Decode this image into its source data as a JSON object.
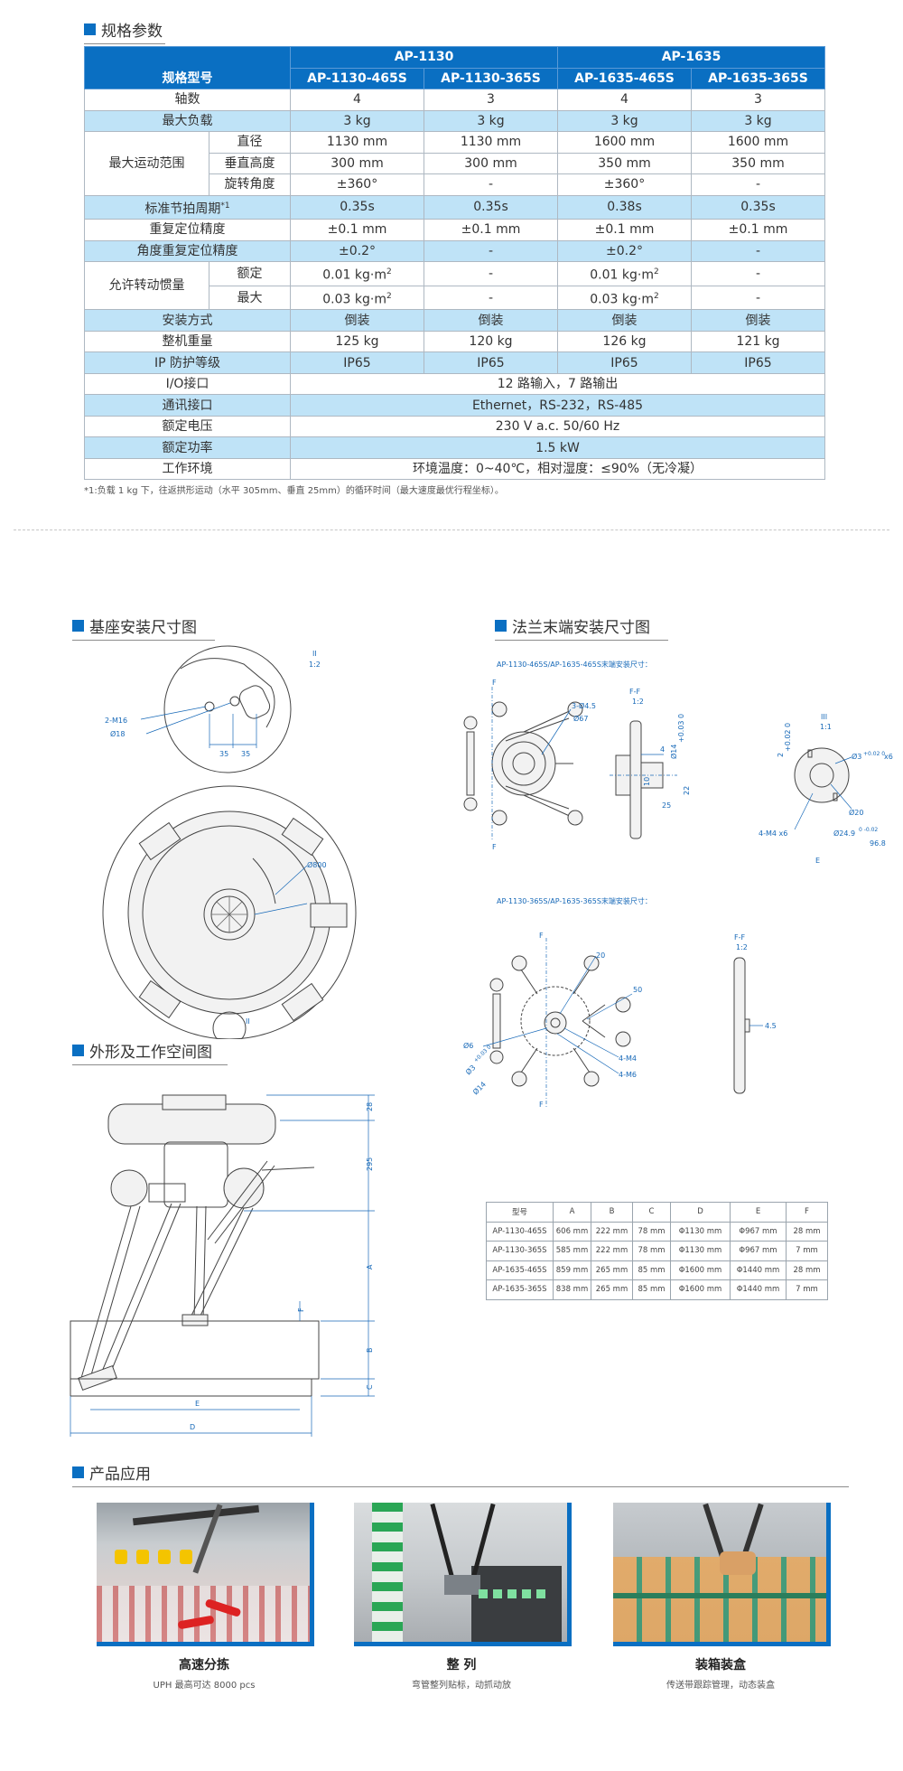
{
  "spec_section": {
    "title": "规格参数"
  },
  "spec": {
    "group1": "AP-1130",
    "group2": "AP-1635",
    "model_label": "规格型号",
    "models": [
      "AP-1130-465S",
      "AP-1130-365S",
      "AP-1635-465S",
      "AP-1635-365S"
    ],
    "rows": [
      {
        "label": "轴数",
        "values": [
          "4",
          "3",
          "4",
          "3"
        ]
      },
      {
        "label": "最大负载",
        "values": [
          "3 kg",
          "3 kg",
          "3 kg",
          "3 kg"
        ]
      },
      {
        "group": "最大运动范围",
        "label": "直径",
        "values": [
          "1130 mm",
          "1130 mm",
          "1600 mm",
          "1600 mm"
        ]
      },
      {
        "label": "垂直高度",
        "values": [
          "300 mm",
          "300 mm",
          "350 mm",
          "350 mm"
        ]
      },
      {
        "label": "旋转角度",
        "values": [
          "±360°",
          "-",
          "±360°",
          "-"
        ]
      },
      {
        "label": "标准节拍周期",
        "values": [
          "0.35s",
          "0.35s",
          "0.38s",
          "0.35s"
        ]
      },
      {
        "label": "重复定位精度",
        "values": [
          "±0.1 mm",
          "±0.1 mm",
          "±0.1 mm",
          "±0.1 mm"
        ]
      },
      {
        "label": "角度重复定位精度",
        "values": [
          "±0.2°",
          "-",
          "±0.2°",
          "-"
        ]
      },
      {
        "group": "允许转动惯量",
        "label": "额定",
        "values": [
          "0.01 kg·m",
          "-",
          "0.01 kg·m",
          "-"
        ]
      },
      {
        "label": "最大",
        "values": [
          "0.03 kg·m",
          "-",
          "0.03 kg·m",
          "-"
        ]
      },
      {
        "label": "安装方式",
        "values": [
          "倒装",
          "倒装",
          "倒装",
          "倒装"
        ]
      },
      {
        "label": "整机重量",
        "values": [
          "125 kg",
          "120 kg",
          "126 kg",
          "121 kg"
        ]
      },
      {
        "label": "IP 防护等级",
        "values": [
          "IP65",
          "IP65",
          "IP65",
          "IP65"
        ]
      },
      {
        "label": "I/O接口",
        "value": "12 路输入，7 路输出"
      },
      {
        "label": "通讯接口",
        "value": "Ethernet，RS-232，RS-485"
      },
      {
        "label": "额定电压",
        "value": "230 V a.c. 50/60 Hz"
      },
      {
        "label": "额定功率",
        "value": "1.5 kW"
      },
      {
        "label": "工作环境",
        "value": "环境温度：0~40℃，相对湿度：≤90%（无冷凝）"
      }
    ],
    "footnote_mark": "*1",
    "squared": "2",
    "footnote": "*1:负载 1 kg 下，往返拱形运动（水平 305mm、垂直 25mm）的循环时间（最大速度最优行程坐标）。"
  },
  "base_section": {
    "title": "基座安装尺寸图",
    "labels": {
      "detail": "II",
      "scale": "1:2",
      "bolt": "2-M16",
      "hole": "Ø18",
      "d1": "35",
      "d2": "35",
      "dia": "Ø800",
      "mark": "II"
    }
  },
  "flange_section": {
    "title": "法兰末端安装尺寸图",
    "sub1": "AP-1130-465S/AP-1635-465S末端安装尺寸：",
    "sub2": "AP-1130-365S/AP-1635-365S末端安装尺寸：",
    "labels1": {
      "f_top": "F",
      "f_bot": "F",
      "holes": "3-Ø4.5",
      "d67": "Ø67",
      "ff": "F-F",
      "ff_scale": "1:2",
      "d4": "4",
      "d14": "Ø14",
      "tol14": "+0.03 0",
      "d22": "22",
      "d25": "25",
      "d10": "10",
      "iii": "III",
      "iii_scale": "1:1",
      "t2": "2",
      "tol2": "+0.02 0",
      "d3": "Ø3",
      "tol3": "+0.02 0",
      "x6": "x6",
      "d20": "Ø20",
      "m4": "4-M4 x6",
      "d249": "Ø24.9",
      "tol249": "0 -0.02",
      "d968": "96.8",
      "e": "E"
    },
    "labels2": {
      "f_top": "F",
      "f_bot": "F",
      "d20": "20",
      "d50": "50",
      "d6": "Ø6",
      "d3": "Ø3",
      "tol3": "+0.03 0",
      "d14": "Ø14",
      "m4": "4-M4",
      "m6": "4-M6",
      "ff": "F-F",
      "ff_scale": "1:2",
      "d45": "4.5"
    }
  },
  "shape_section": {
    "title": "外形及工作空间图",
    "labels": {
      "d28": "28",
      "d295": "295",
      "a": "A",
      "f": "F",
      "b": "B",
      "c": "C",
      "e": "E",
      "d": "D"
    }
  },
  "dim_table": {
    "headers": [
      "型号",
      "A",
      "B",
      "C",
      "D",
      "E",
      "F"
    ],
    "rows": [
      [
        "AP-1130-465S",
        "606 mm",
        "222 mm",
        "78 mm",
        "Φ1130 mm",
        "Φ967 mm",
        "28 mm"
      ],
      [
        "AP-1130-365S",
        "585 mm",
        "222 mm",
        "78 mm",
        "Φ1130 mm",
        "Φ967 mm",
        "7 mm"
      ],
      [
        "AP-1635-465S",
        "859 mm",
        "265 mm",
        "85 mm",
        "Φ1600 mm",
        "Φ1440 mm",
        "28 mm"
      ],
      [
        "AP-1635-365S",
        "838 mm",
        "265 mm",
        "85 mm",
        "Φ1600 mm",
        "Φ1440 mm",
        "7 mm"
      ]
    ]
  },
  "app_section": {
    "title": "产品应用",
    "items": [
      {
        "title": "高速分拣",
        "desc": "UPH 最高可达 8000 pcs"
      },
      {
        "title": "整 列",
        "desc": "弯管整列贴标，动抓动放"
      },
      {
        "title": "装箱装盒",
        "desc": "传送带跟踪管理，动态装盒"
      }
    ]
  },
  "colors": {
    "brand": "#0a6fc2",
    "row_alt": "#bfe3f7",
    "dim_blue": "#1769b8"
  }
}
